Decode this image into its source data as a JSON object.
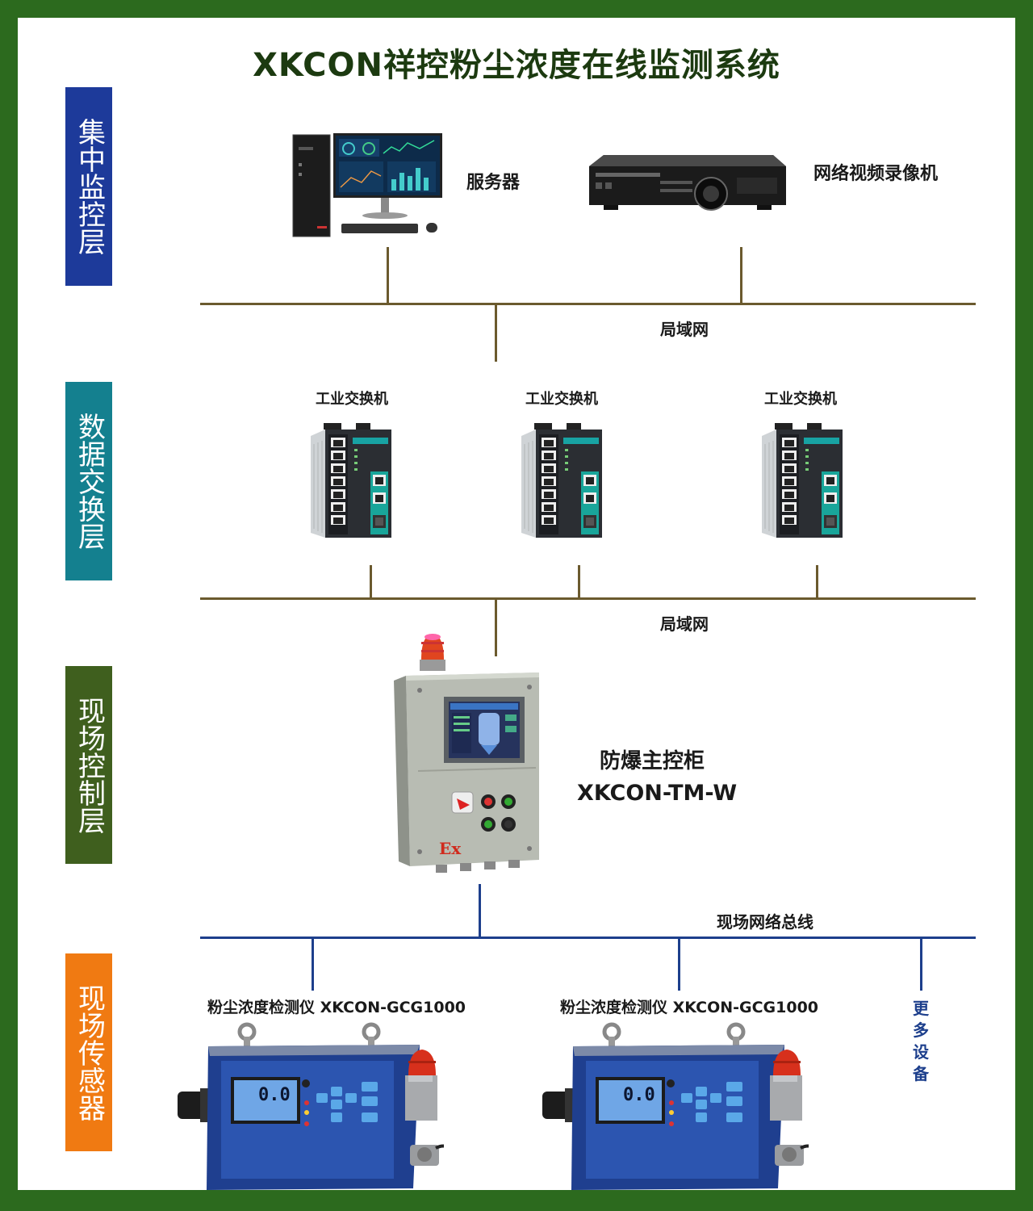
{
  "title": "XKCON祥控粉尘浓度在线监测系统",
  "layers": {
    "central": {
      "label": "集中监控层",
      "color": "#1d3a9a"
    },
    "exchange": {
      "label": "数据交换层",
      "color": "#14808f"
    },
    "control": {
      "label": "现场控制层",
      "color": "#3f5f1e"
    },
    "sensor": {
      "label": "现场传感器",
      "color": "#f07a12"
    }
  },
  "devices": {
    "server": "服务器",
    "nvr": "网络视频录像机",
    "lan_1": "局域网",
    "switches": [
      "工业交换机",
      "工业交换机",
      "工业交换机"
    ],
    "lan_2": "局域网",
    "cabinet_name": "防爆主控柜",
    "cabinet_model": "XKCON-TM-W",
    "cabinet_ex_mark": "Ex",
    "bus": "现场网络总线",
    "detectors": [
      "粉尘浓度检测仪 XKCON-GCG1000",
      "粉尘浓度检测仪 XKCON-GCG1000"
    ],
    "detector_reading": "0.0",
    "more": "更多设备"
  },
  "colors": {
    "frame": "#2c6a1e",
    "brown_line": "#6b5a2e",
    "blue_line": "#1d3f8c"
  }
}
